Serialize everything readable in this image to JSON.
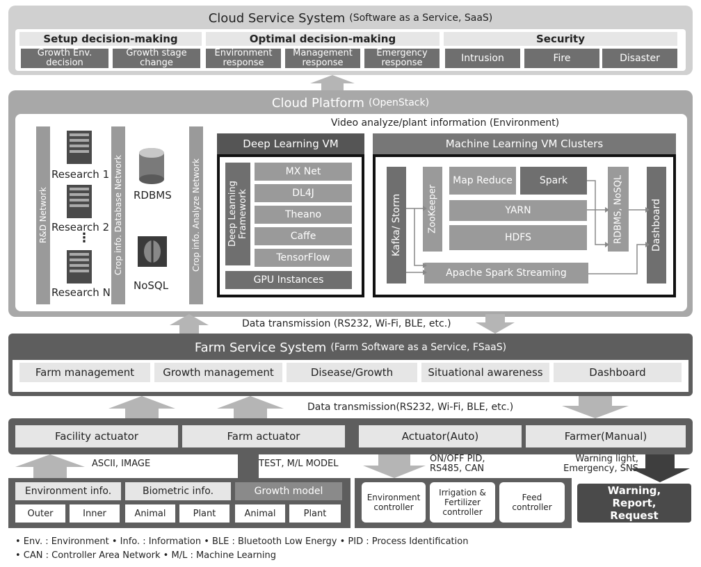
{
  "cloud_service": {
    "title": "Cloud Service System",
    "subtitle": "(Software as a Service, SaaS)",
    "groups": [
      {
        "label": "Setup decision-making",
        "items": [
          "Growth Env. decision",
          "Growth stage change"
        ]
      },
      {
        "label": "Optimal decision-making",
        "items": [
          "Environment response",
          "Management response",
          "Emergency response"
        ]
      },
      {
        "label": "Security",
        "items": [
          "Intrusion",
          "Fire",
          "Disaster"
        ]
      }
    ]
  },
  "cloud_platform": {
    "title": "Cloud Platform",
    "subtitle": "(OpenStack)",
    "video_label": "Video analyze/plant information (Environment)",
    "networks": [
      "R&D Network",
      "Crop info. Database Network",
      "Crop info. Analyze Network"
    ],
    "research": [
      "Research 1",
      "Research 2",
      "Research N"
    ],
    "ellipsis": "⋮",
    "db": [
      "RDBMS",
      "NoSQL"
    ],
    "dl_vm": {
      "title": "Deep Learning VM",
      "framework_label": "Deep Learning Framework",
      "frameworks": [
        "MX Net",
        "DL4J",
        "Theano",
        "Caffe",
        "TensorFlow"
      ],
      "gpu": "GPU Instances"
    },
    "ml_vm": {
      "title": "Machine Learning VM Clusters",
      "kafka": "Kafka/ Storm",
      "zookeeper": "ZooKeeper",
      "mapreduce": "Map Reduce",
      "spark": "Spark",
      "yarn": "YARN",
      "hdfs": "HDFS",
      "streaming": "Apache Spark Streaming",
      "rdbms": "RDBMS, NoSQL",
      "dashboard": "Dashboard"
    }
  },
  "transmission1": "Data transmission (RS232, Wi-Fi, BLE, etc.)",
  "farm_service": {
    "title": "Farm Service System",
    "subtitle": "(Farm Software as a Service, FSaaS)",
    "items": [
      "Farm management",
      "Growth management",
      "Disease/Growth",
      "Situational awareness",
      "Dashboard"
    ]
  },
  "transmission2": "Data transmission(RS232, Wi-Fi, BLE, etc.)",
  "actuators": [
    "Facility actuator",
    "Farm actuator",
    "Actuator(Auto)",
    "Farmer(Manual)"
  ],
  "labels": {
    "ascii": "ASCII, IMAGE",
    "test": "TEST, M/L MODEL",
    "onoff": "ON/OFF PID, RS485, CAN",
    "warning": "Warning light, Emergency, SNS"
  },
  "info": {
    "groups": [
      {
        "label": "Environment info.",
        "items": [
          "Outer",
          "Inner"
        ]
      },
      {
        "label": "Biometric info.",
        "items": [
          "Animal",
          "Plant"
        ]
      },
      {
        "label": "Growth model",
        "items": [
          "Animal",
          "Plant"
        ]
      }
    ]
  },
  "controllers": [
    "Environment controller",
    "Irrigation & Fertilizer controller",
    "Feed controller"
  ],
  "report": "Warning, Report, Request",
  "footnotes": [
    "• Env. : Environment • Info. : Information • BLE : Bluetooth Low Energy • PID : Process Identification",
    "• CAN : Controller Area Network • M/L : Machine Learning"
  ]
}
